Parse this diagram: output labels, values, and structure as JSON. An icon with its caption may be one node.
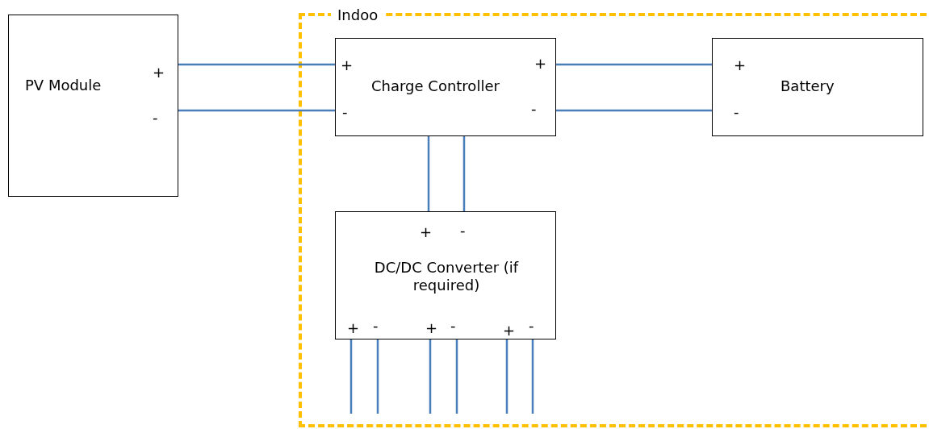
{
  "diagram": {
    "nodes": [
      {
        "text": [
          "PV Module",
          "+",
          "-"
        ]
      },
      {
        "text": [
          "Indoo"
        ]
      },
      {
        "text": [
          "+",
          "+",
          "Charge Controller",
          "-",
          "-"
        ],
        "in": 1
      },
      {
        "text": [
          "+",
          "Battery",
          "-"
        ],
        "in": 1
      },
      {
        "text": [
          "+",
          "-",
          "DC/DC Converter (if required)",
          "+",
          "-",
          "+",
          "-",
          "+",
          "-"
        ],
        "in": 1
      }
    ],
    "edges": [
      {
        "from": 0,
        "to": 2,
        "arrow": "none"
      },
      {
        "from": 0,
        "to": 2,
        "arrow": "none"
      },
      {
        "from": 2,
        "to": 3,
        "arrow": "none"
      },
      {
        "from": 2,
        "to": 3,
        "arrow": "none"
      },
      {
        "from": 2,
        "to": 4,
        "arrow": "none"
      },
      {
        "from": 2,
        "to": 4,
        "arrow": "none"
      },
      {
        "from": 4,
        "to": null,
        "arrow": "none"
      },
      {
        "from": 4,
        "to": null,
        "arrow": "none"
      },
      {
        "from": 4,
        "to": null,
        "arrow": "none"
      },
      {
        "from": 4,
        "to": null,
        "arrow": "none"
      },
      {
        "from": 4,
        "to": null,
        "arrow": "none"
      },
      {
        "from": 4,
        "to": null,
        "arrow": "none"
      }
    ]
  }
}
